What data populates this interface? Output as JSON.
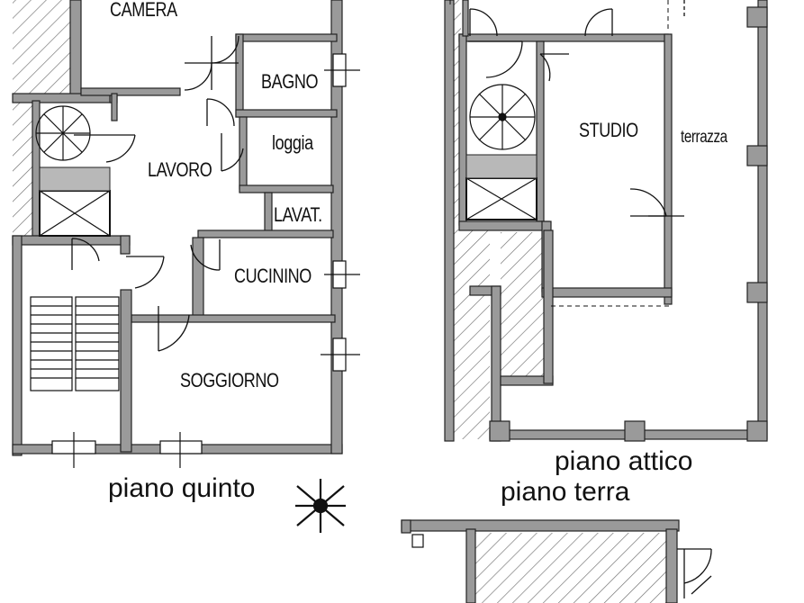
{
  "rooms": {
    "camera": "CAMERA",
    "bagno": "BAGNO",
    "loggia": "loggia",
    "lavoro": "LAVORO",
    "lavat": "LAVAT.",
    "cucinino": "CUCININO",
    "soggiorno": "SOGGIORNO",
    "studio": "STUDIO",
    "terrazza": "terrazza"
  },
  "captions": {
    "piano_quinto": "piano quinto",
    "piano_attico": "piano attico",
    "piano_terra": "piano terra"
  },
  "colors": {
    "wall": "#9a9a9a",
    "wall_edge": "#222222",
    "line": "#111111",
    "hatch": "#777777"
  }
}
